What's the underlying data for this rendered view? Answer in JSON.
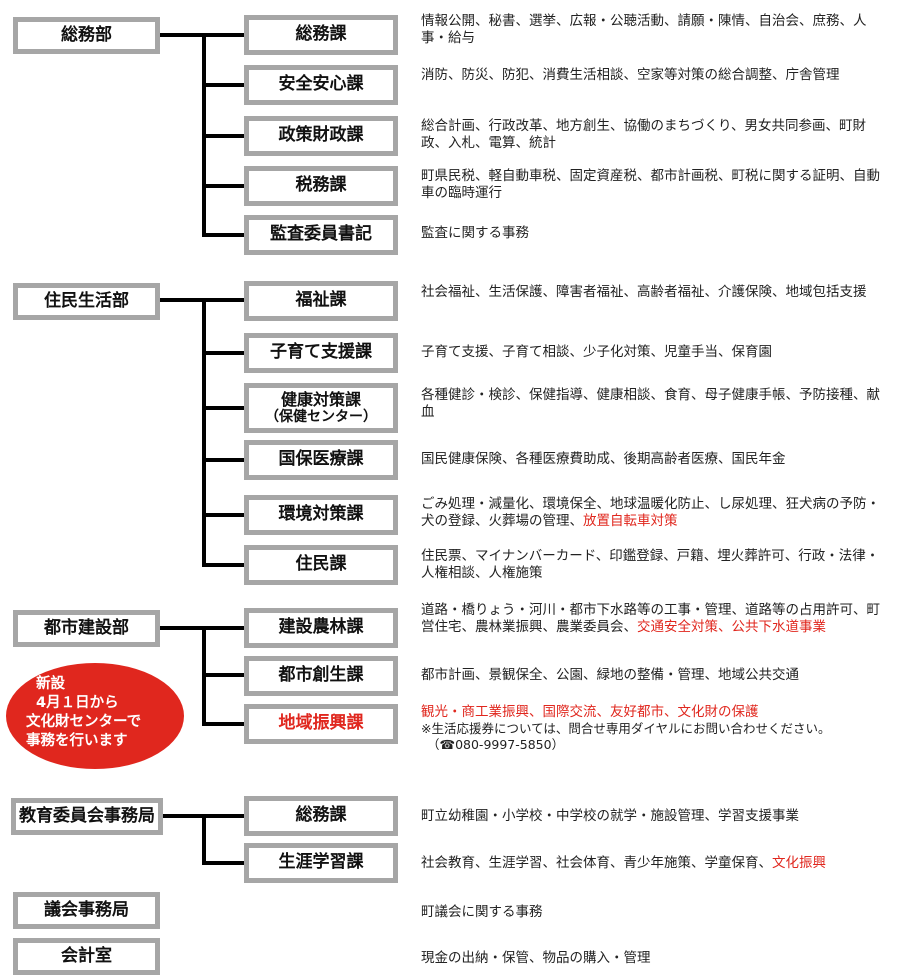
{
  "departments": {
    "somu": {
      "name": "総務部",
      "sections": [
        {
          "name": "総務課",
          "desc": "情報公開、秘書、選挙、広報・公聴活動、請願・陳情、自治会、庶務、人事・給与"
        },
        {
          "name": "安全安心課",
          "desc": "消防、防災、防犯、消費生活相談、空家等対策の総合調整、庁舎管理"
        },
        {
          "name": "政策財政課",
          "desc": "総合計画、行政改革、地方創生、協働のまちづくり、男女共同参画、町財政、入札、電算、統計"
        },
        {
          "name": "税務課",
          "desc": "町県民税、軽自動車税、固定資産税、都市計画税、町税に関する証明、自動車の臨時運行"
        },
        {
          "name": "監査委員書記",
          "desc": "監査に関する事務"
        }
      ]
    },
    "jumin": {
      "name": "住民生活部",
      "sections": [
        {
          "name": "福祉課",
          "desc": "社会福祉、生活保護、障害者福祉、高齢者福祉、介護保険、地域包括支援"
        },
        {
          "name": "子育て支援課",
          "desc": "子育て支援、子育て相談、少子化対策、児童手当、保育園"
        },
        {
          "name": "健康対策課",
          "sub": "（保健センター）",
          "desc": "各種健診・検診、保健指導、健康相談、食育、母子健康手帳、予防接種、献血"
        },
        {
          "name": "国保医療課",
          "desc": "国民健康保険、各種医療費助成、後期高齢者医療、国民年金"
        },
        {
          "name": "環境対策課",
          "desc": "ごみ処理・減量化、環境保全、地球温暖化防止、し尿処理、狂犬病の予防・犬の登録、火葬場の管理、",
          "desc_red": "放置自転車対策"
        },
        {
          "name": "住民課",
          "desc": "住民票、マイナンバーカード、印鑑登録、戸籍、埋火葬許可、行政・法律・人権相談、人権施策"
        }
      ]
    },
    "toshi": {
      "name": "都市建設部",
      "sections": [
        {
          "name": "建設農林課",
          "desc": "道路・橋りょう・河川・都市下水路等の工事・管理、道路等の占用許可、町営住宅、農林業振興、農業委員会、",
          "desc_red": "交通安全対策、公共下水道事業"
        },
        {
          "name": "都市創生課",
          "desc": "都市計画、景観保全、公園、緑地の整備・管理、地域公共交通"
        },
        {
          "name": "地域振興課",
          "desc_red": "観光・商工業振興、国際交流、友好都市、文化財の保護",
          "note": "※生活応援券については、問合せ専用ダイヤルにお問い合わせください。",
          "phone": "（☎080-9997-5850）"
        }
      ]
    },
    "kyoiku": {
      "name": "教育委員会事務局",
      "sections": [
        {
          "name": "総務課",
          "desc": "町立幼稚園・小学校・中学校の就学・施設管理、学習支援事業"
        },
        {
          "name": "生涯学習課",
          "desc": "社会教育、生涯学習、社会体育、青少年施策、学童保育、",
          "desc_red": "文化振興"
        }
      ]
    },
    "gikai": {
      "name": "議会事務局",
      "desc": "町議会に関する事務"
    },
    "kaikei": {
      "name": "会計室",
      "desc": "現金の出納・保管、物品の購入・管理"
    }
  },
  "badge": {
    "line1": "新設",
    "line2": "4月１日から",
    "line3": "文化財センターで",
    "line4": "事務を行います"
  },
  "colors": {
    "box_border": "#a6a6a6",
    "accent_red": "#e0271e",
    "connector": "#000000"
  }
}
